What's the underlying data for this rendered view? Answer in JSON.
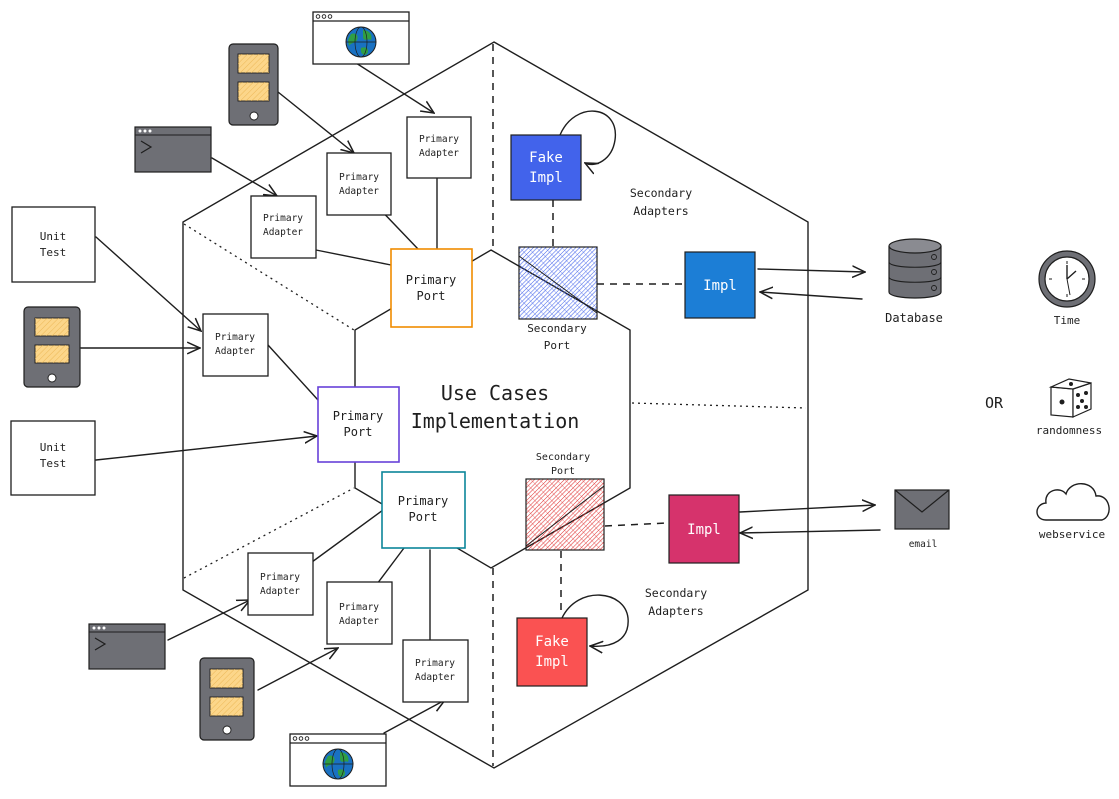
{
  "center_label": {
    "line1": "Use Cases",
    "line2": "Implementation"
  },
  "primary_adapter": {
    "line1": "Primary",
    "line2": "Adapter"
  },
  "primary_port": {
    "line1": "Primary",
    "line2": "Port"
  },
  "secondary_port": {
    "line1": "Secondary",
    "line2": "Port"
  },
  "secondary_adapters": {
    "line1": "Secondary",
    "line2": "Adapters"
  },
  "fake_impl": {
    "line1": "Fake",
    "line2": "Impl"
  },
  "impl": "Impl",
  "unit_test": {
    "line1": "Unit",
    "line2": "Test"
  },
  "database": "Database",
  "email": "email",
  "time": "Time",
  "or": "OR",
  "randomness": "randomness",
  "webservice": "webservice",
  "colors": {
    "port_orange": "#f08c00",
    "port_purple": "#6741d9",
    "port_teal": "#0c8599",
    "secondary_port_blue": "#4263eb",
    "secondary_port_red": "#e03131",
    "fake_impl_blue": "#4263eb",
    "impl_blue": "#1c7ed6",
    "impl_pink": "#d6336c",
    "fake_impl_red": "#fa5252",
    "device_gray": "#6e6f75",
    "tablet_screen": "#fcd68a",
    "globe_blue": "#1971c2",
    "globe_green": "#2f9e44"
  },
  "icons": [
    "browser-icon",
    "tablet-icon",
    "terminal-icon",
    "database-icon",
    "email-icon",
    "clock-icon",
    "dice-icon",
    "cloud-icon"
  ]
}
